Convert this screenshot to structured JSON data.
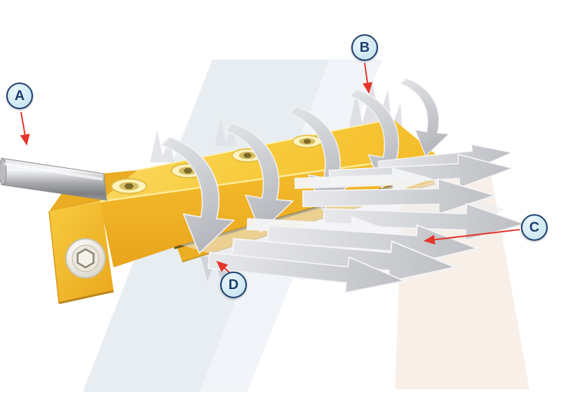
{
  "diagram": {
    "callouts": [
      {
        "id": "A",
        "letter": "A"
      },
      {
        "id": "B",
        "letter": "B"
      },
      {
        "id": "C",
        "letter": "C"
      },
      {
        "id": "D",
        "letter": "D"
      }
    ],
    "colors": {
      "arrow_red": "#E5352B",
      "callout_border": "#1D3F6E",
      "callout_fill": "#C9E6F2",
      "callout_text": "#1D3F6E",
      "bg_band_blue": "#E8EDF2",
      "bg_band_blue_light": "#F1F4F8",
      "bg_band_pink": "#F8EFE8"
    }
  }
}
